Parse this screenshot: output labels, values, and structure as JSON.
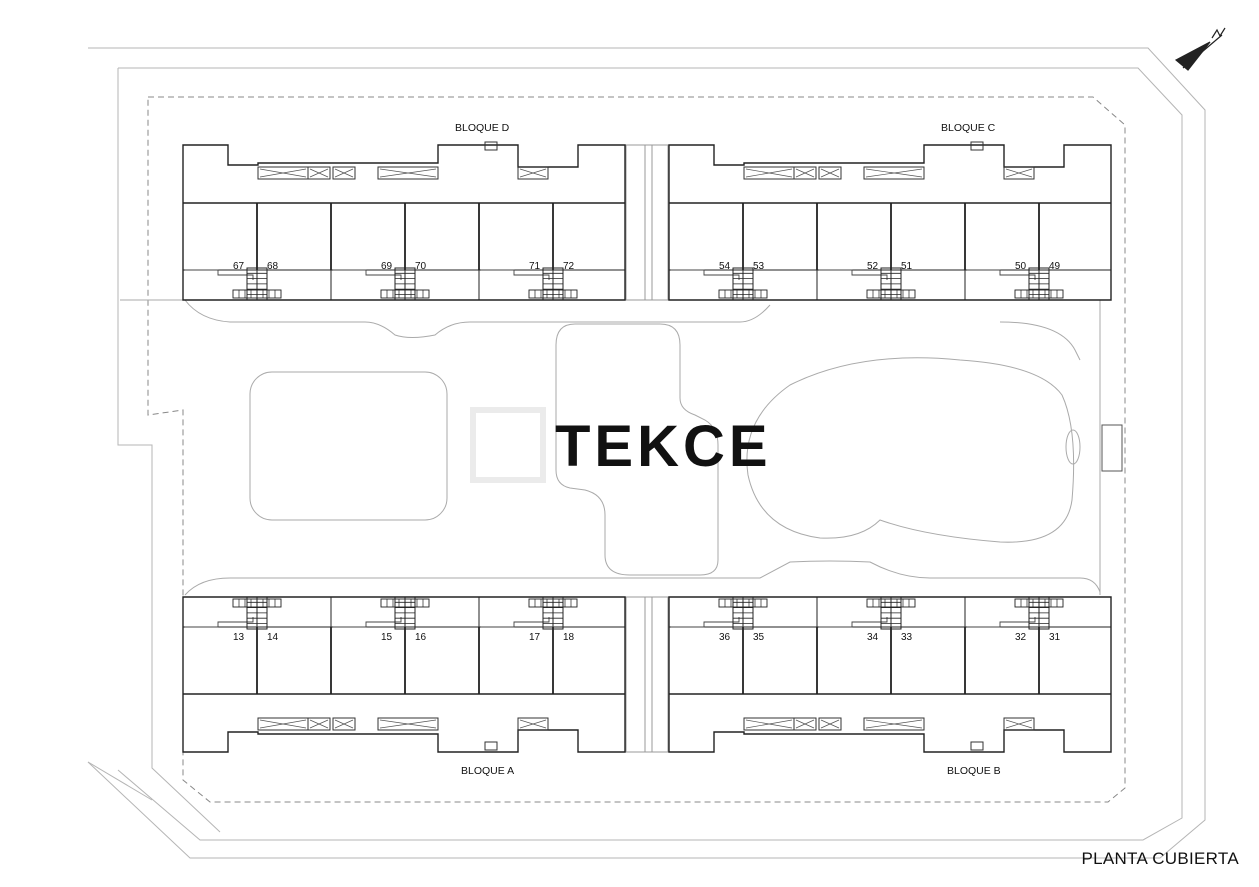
{
  "plan_title": "PLANTA CUBIERTA",
  "watermark": "TEKCE",
  "blocks": [
    {
      "key": "D",
      "label": "BLOQUE D",
      "side": "top",
      "units": [
        [
          "67",
          "68"
        ],
        [
          "69",
          "70"
        ],
        [
          "71",
          "72"
        ]
      ]
    },
    {
      "key": "C",
      "label": "BLOQUE C",
      "side": "top",
      "units": [
        [
          "54",
          "53"
        ],
        [
          "52",
          "51"
        ],
        [
          "50",
          "49"
        ]
      ]
    },
    {
      "key": "A",
      "label": "BLOQUE A",
      "side": "bottom",
      "units": [
        [
          "13",
          "14"
        ],
        [
          "15",
          "16"
        ],
        [
          "17",
          "18"
        ]
      ]
    },
    {
      "key": "B",
      "label": "BLOQUE B",
      "side": "bottom",
      "units": [
        [
          "36",
          "35"
        ],
        [
          "34",
          "33"
        ],
        [
          "32",
          "31"
        ]
      ]
    }
  ],
  "icons": {
    "north": "north-arrow-icon"
  },
  "colors": {
    "line": "#222222",
    "light_line": "#9a9a9a",
    "watermark": "#e6e6e6"
  }
}
